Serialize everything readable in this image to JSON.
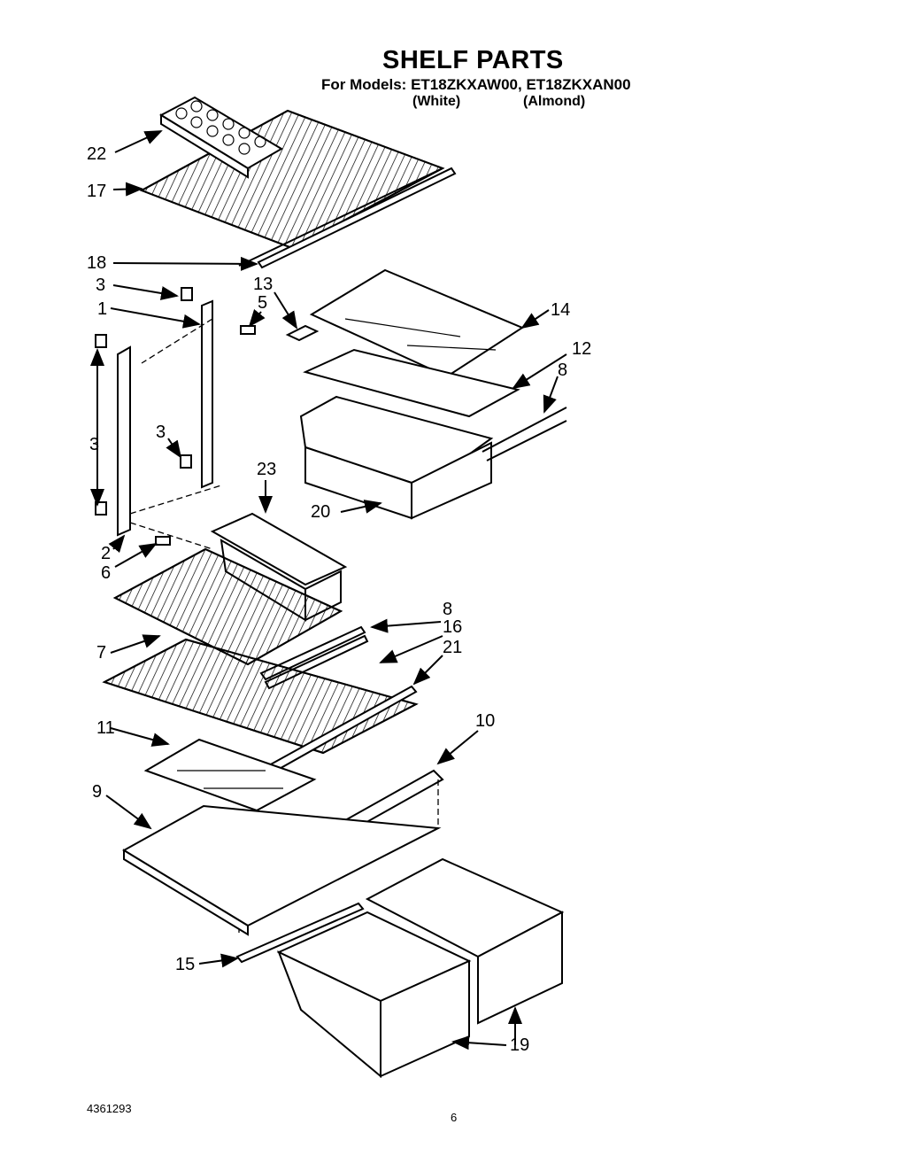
{
  "header": {
    "title": "SHELF PARTS",
    "models_prefix": "For Models:",
    "model_white": "ET18ZKXAW00,",
    "model_almond": "ET18ZKXAN00",
    "variant_white": "(White)",
    "variant_almond": "(Almond)"
  },
  "callouts": [
    "22",
    "17",
    "18",
    "13",
    "14",
    "3",
    "5",
    "1",
    "12",
    "8",
    "3",
    "3",
    "23",
    "20",
    "2",
    "6",
    "8",
    "16",
    "7",
    "21",
    "11",
    "10",
    "9",
    "15",
    "19"
  ],
  "footer": {
    "document_number": "4361293",
    "page_number": "6"
  }
}
